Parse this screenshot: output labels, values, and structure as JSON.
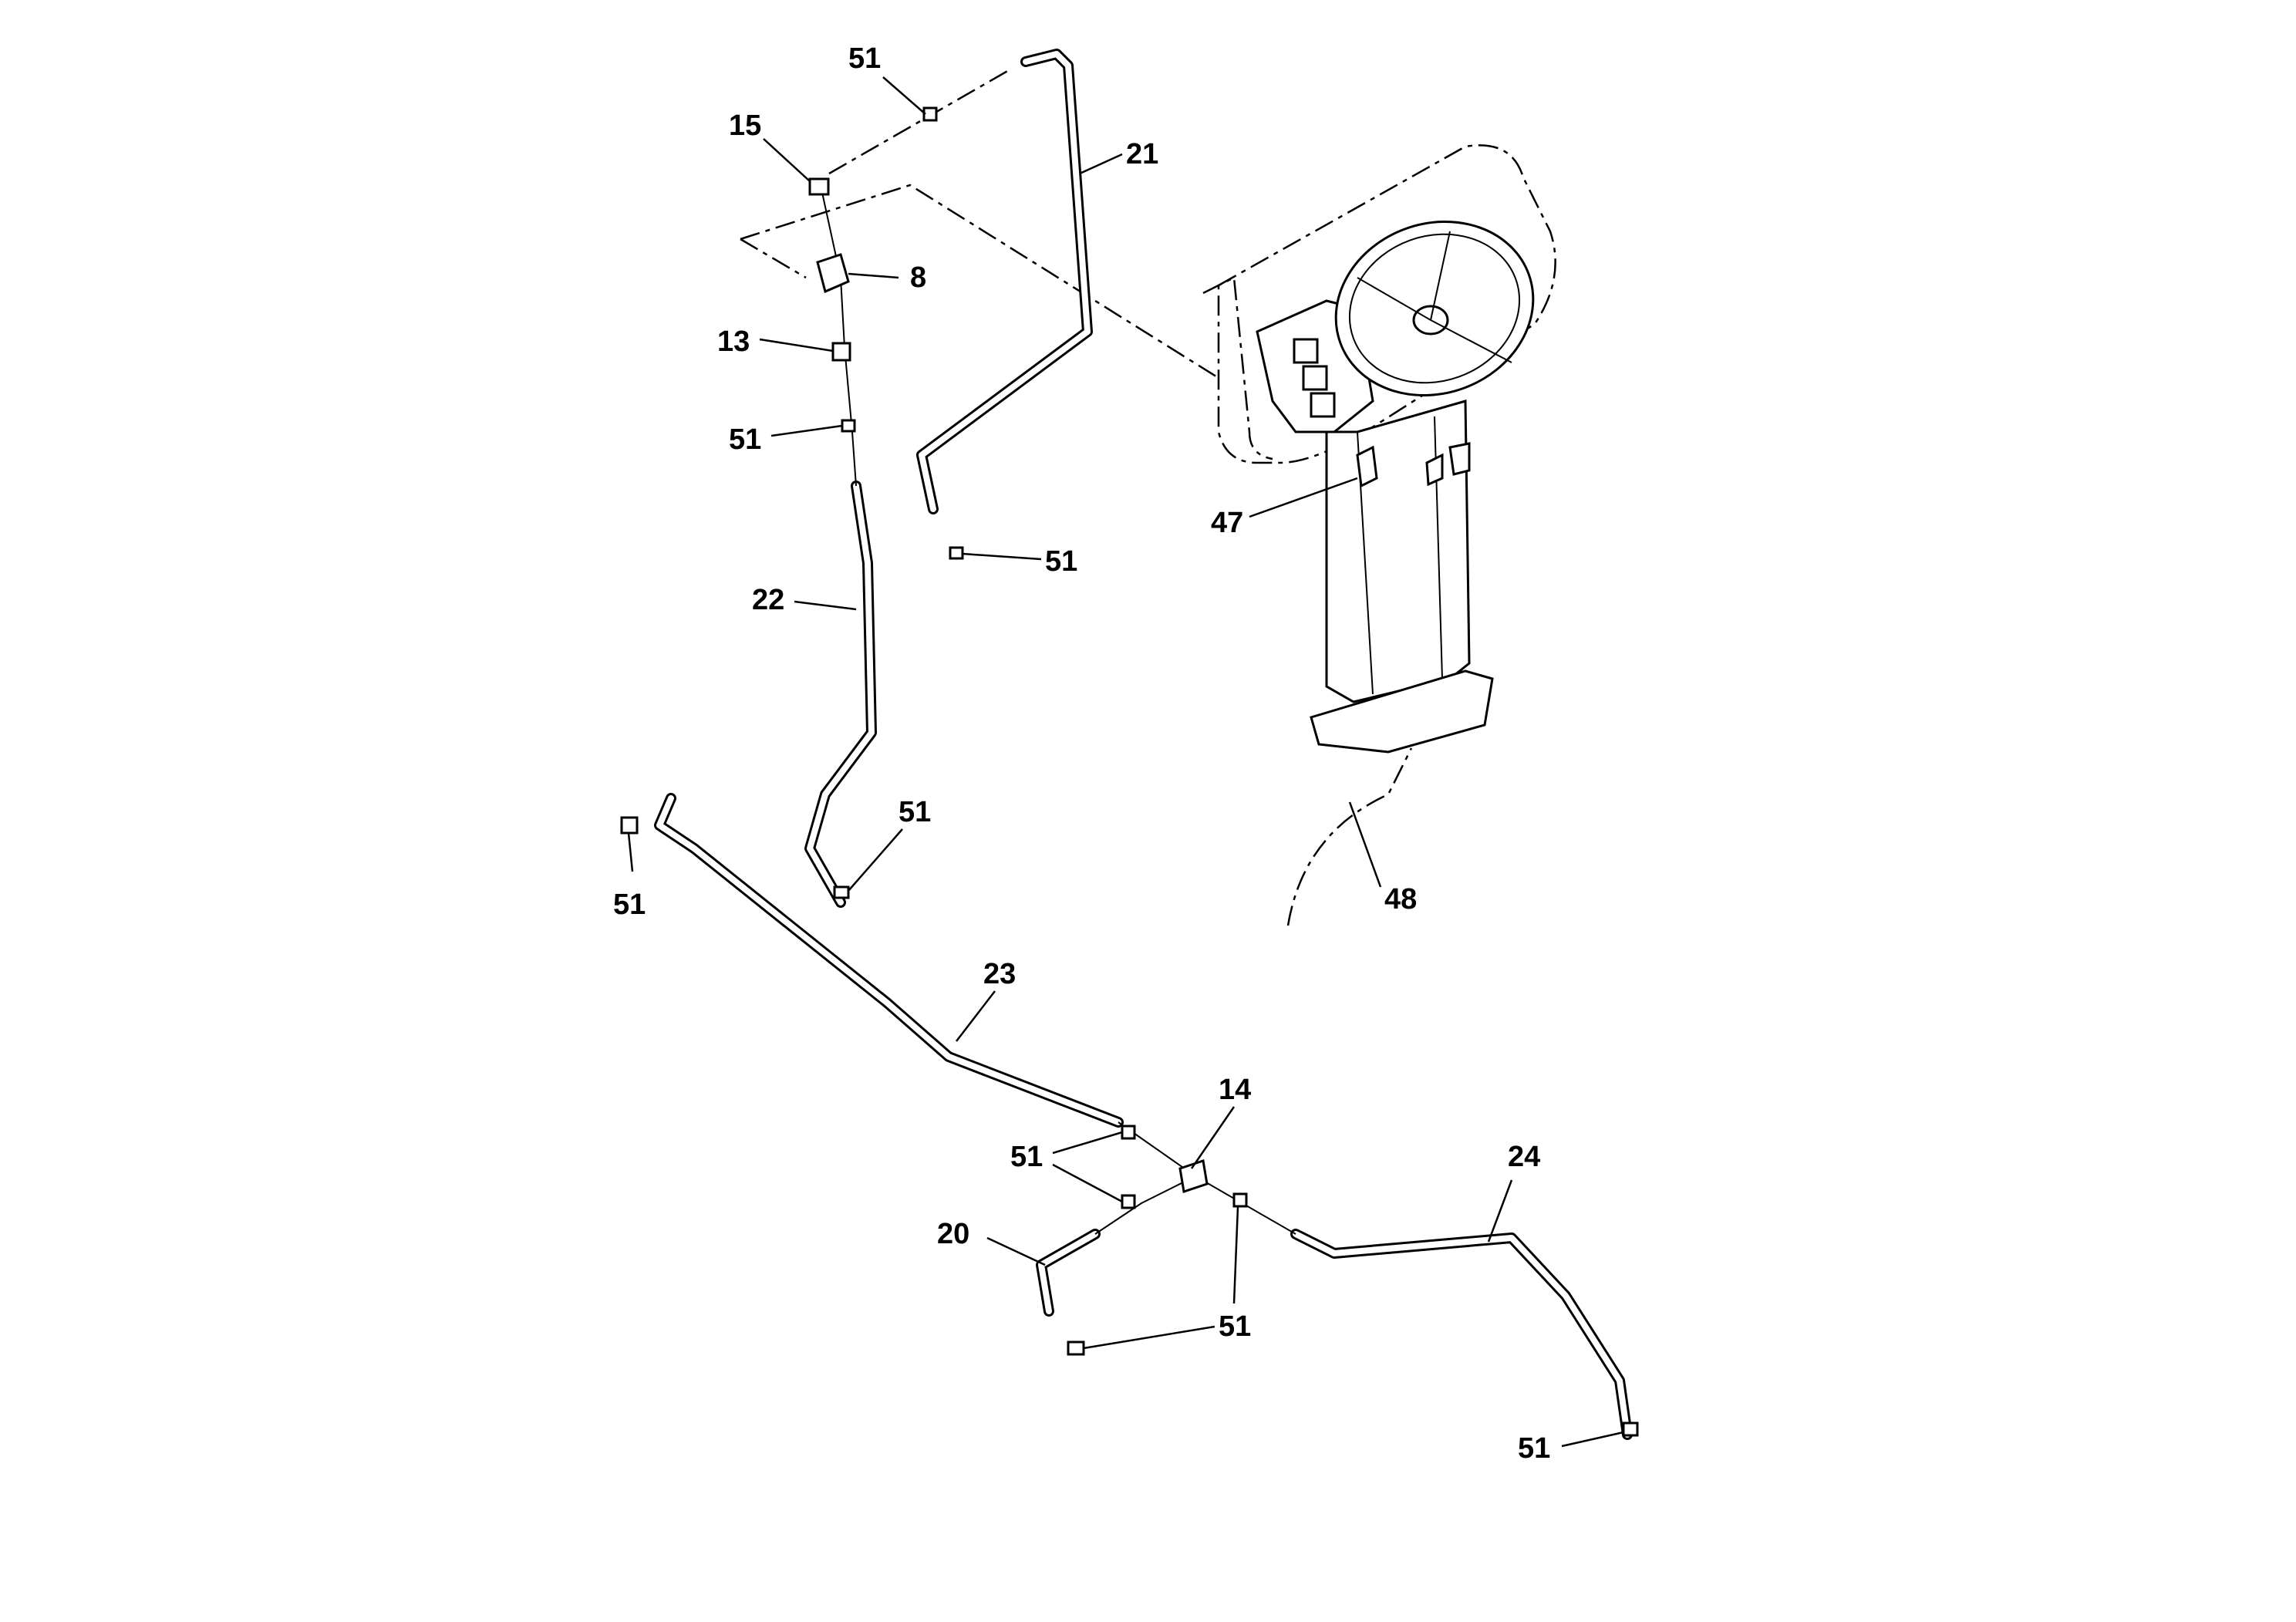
{
  "callouts": {
    "c_51_top": "51",
    "c_15": "15",
    "c_21": "21",
    "c_8": "8",
    "c_13": "13",
    "c_51_a": "51",
    "c_51_b": "51",
    "c_47": "47",
    "c_22": "22",
    "c_51_c": "51",
    "c_51_d": "51",
    "c_48": "48",
    "c_23": "23",
    "c_14": "14",
    "c_51_e": "51",
    "c_24": "24",
    "c_20": "20",
    "c_51_f": "51",
    "c_51_g": "51"
  },
  "colors": {
    "ink": "#000000",
    "paper": "#ffffff"
  }
}
